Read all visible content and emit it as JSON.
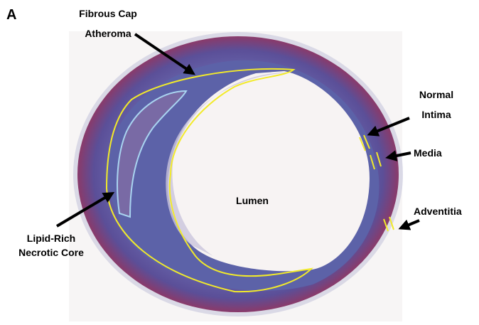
{
  "panel_label": "A",
  "labels": {
    "fibrous_cap": [
      "Fibrous Cap",
      "Atheroma"
    ],
    "normal_intima": [
      "Normal",
      "Intima"
    ],
    "media": "Media",
    "adventitia": "Adventitia",
    "lumen": "Lumen",
    "necrotic_core": [
      "Lipid-Rich",
      "Necrotic Core"
    ]
  },
  "colors": {
    "plaque_outline": "#f2ea2a",
    "core_outline": "#a9d4f0",
    "tissue": "#5a5a9e",
    "adventitia": "#8a3a6a"
  }
}
